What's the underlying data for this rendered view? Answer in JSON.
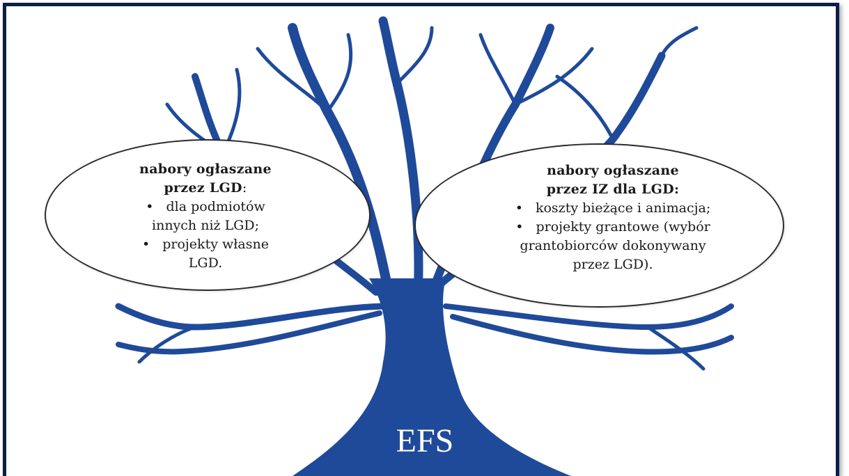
{
  "colors": {
    "tree": "#1f4a9a",
    "frame": "#0b1f47",
    "ellipse_border": "#2b2b2b",
    "text": "#1a1a1a"
  },
  "trunk_label": "EFS",
  "left_bubble": {
    "heading_line1": "nabory ogłaszane",
    "heading_line2": "przez LGD",
    "heading_suffix": ":",
    "items": [
      {
        "bullet": "•",
        "line1": "dla podmiotów",
        "line2": "innych niż LGD;"
      },
      {
        "bullet": "•",
        "line1": "projekty własne",
        "line2": "LGD."
      }
    ]
  },
  "right_bubble": {
    "heading_line1": "nabory ogłaszane",
    "heading_line2": "przez IZ dla LGD:",
    "items": [
      {
        "bullet": "•",
        "line1": "koszty bieżące i animacja;"
      },
      {
        "bullet": "•",
        "line1": "projekty grantowe (wybór",
        "line2": "grantobiorców dokonywany",
        "line3": "przez LGD)."
      }
    ]
  }
}
